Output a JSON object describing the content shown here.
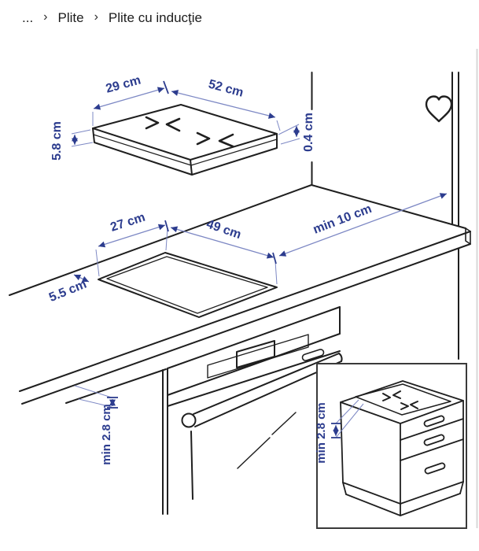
{
  "breadcrumb": {
    "ellipsis": "...",
    "separator": "›",
    "items": [
      "Plite",
      "Plite cu inducţie"
    ]
  },
  "favorite": {
    "icon": "heart-outline"
  },
  "diagram": {
    "dimensions": {
      "hob_width": "29 cm",
      "hob_length": "52 cm",
      "hob_height": "5.8 cm",
      "hob_rim": "0.4 cm",
      "cutout_width": "27 cm",
      "cutout_length": "49 cm",
      "wall_clearance": "min 10 cm",
      "back_edge": "5.5 cm",
      "under_clearance": "min 2.8 cm",
      "inset_clearance": "min 2.8 cm"
    },
    "colors": {
      "dimension_text": "#2c3c8e",
      "dimension_line": "#7d88c4",
      "drawing_line": "#1f1f1f",
      "breadcrumb_text": "#1c1c1c"
    }
  }
}
